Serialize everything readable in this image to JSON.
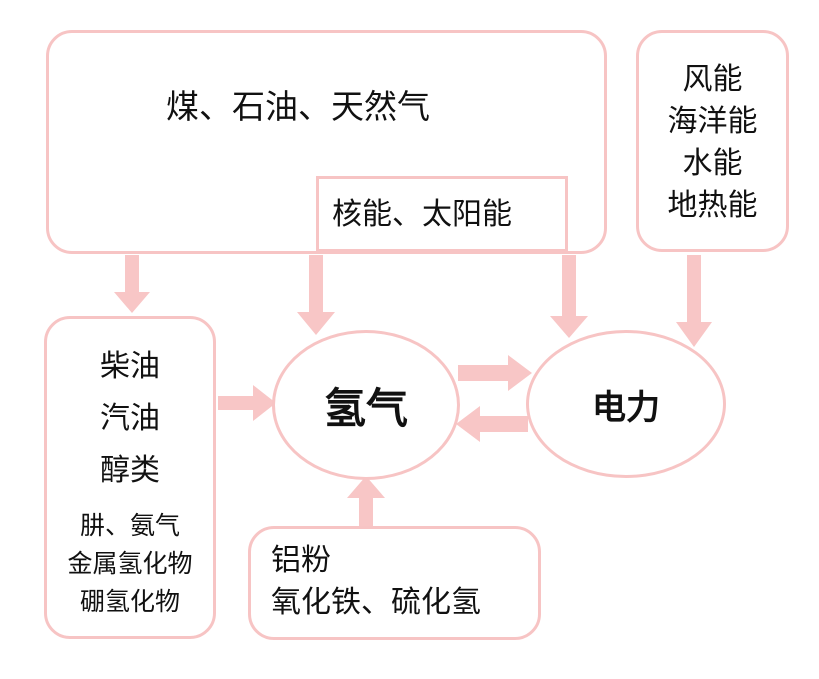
{
  "fossil_box": {
    "label": "煤、石油、天然气"
  },
  "nuclear_box": {
    "label": "核能、太阳能"
  },
  "renewable_box": {
    "lines": [
      "风能",
      "海洋能",
      "水能",
      "地热能"
    ]
  },
  "carrier_box": {
    "main_lines": [
      "柴油",
      "汽油",
      "醇类"
    ],
    "sub_lines": [
      "肼、氨气",
      "金属氢化物",
      "硼氢化物"
    ]
  },
  "chemical_box": {
    "lines": [
      "铝粉",
      "氧化铁、硫化氢"
    ]
  },
  "hydrogen_node": {
    "label": "氢气"
  },
  "electricity_node": {
    "label": "电力"
  },
  "colors": {
    "border": "#f7c4c4",
    "arrow": "#f8c6c6",
    "text": "#111111"
  }
}
